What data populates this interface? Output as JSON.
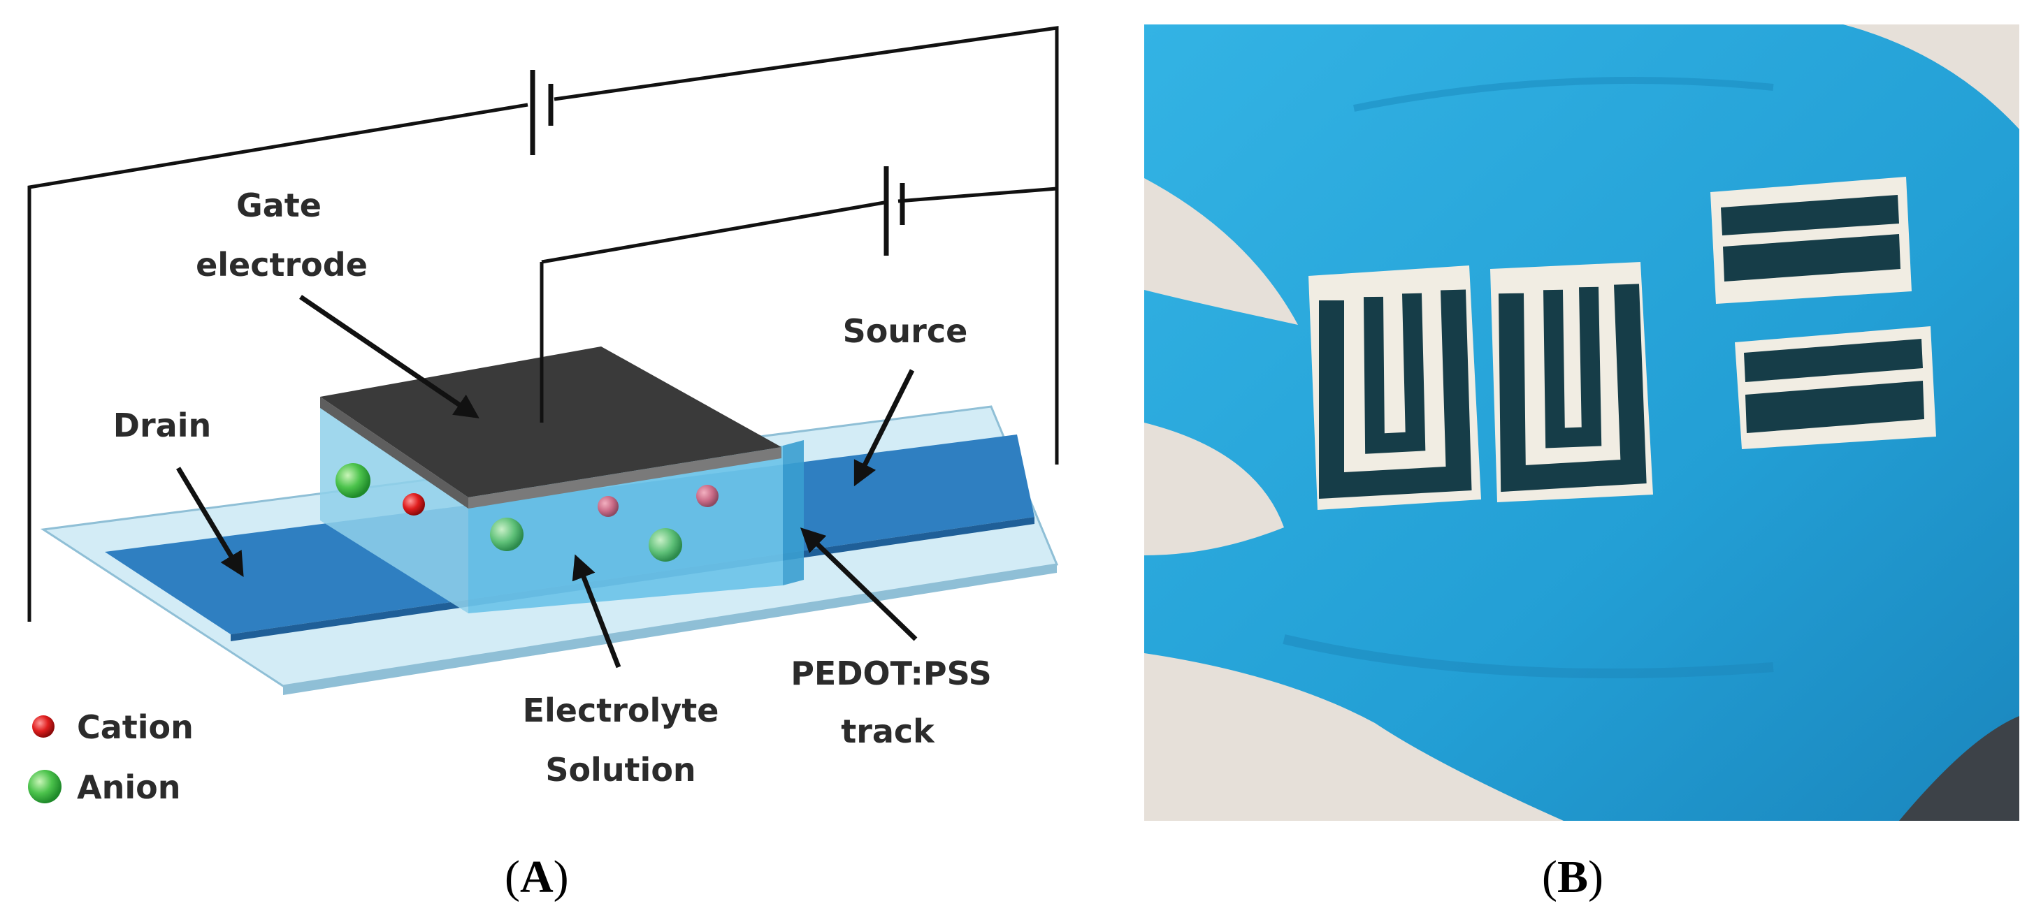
{
  "panel_a": {
    "labels": {
      "gate_line1": "Gate",
      "gate_line2": "electrode",
      "source": "Source",
      "drain": "Drain",
      "pedot_line1": "PEDOT:PSS",
      "pedot_line2": "track",
      "electrolyte_line1": "Electrolyte",
      "electrolyte_line2": "Solution"
    },
    "legend": {
      "cation": "Cation",
      "anion": "Anion"
    },
    "caption_letter": "A"
  },
  "panel_b": {
    "caption_letter": "B"
  },
  "colors": {
    "track_blue": "#2f7fc1",
    "substrate_light": "#cfe9f4",
    "electrolyte": "#6cc3e8",
    "gate": "#3a3a3a",
    "cation_red": "#e01e1e",
    "anion_green": "#4cc34c",
    "glove_blue": "#27a6d9"
  }
}
